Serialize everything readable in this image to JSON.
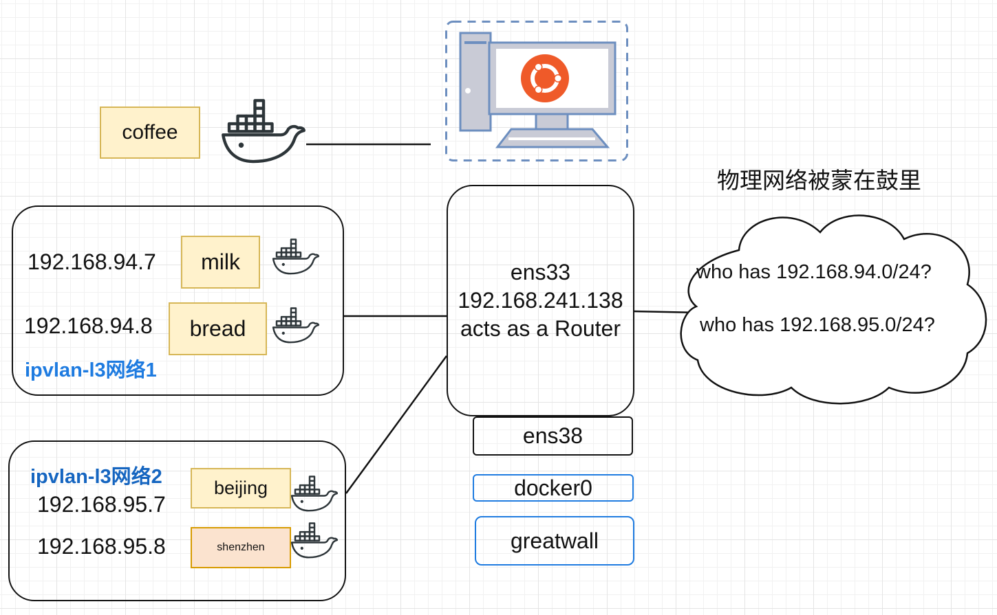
{
  "host": {
    "containers_top": {
      "coffee": "coffee"
    },
    "router_box": {
      "line1": "ens33",
      "line2": "192.168.241.138",
      "line3": "acts as a Router"
    },
    "interfaces": [
      "ens38",
      "docker0",
      "greatwall"
    ]
  },
  "network1": {
    "label": "ipvlan-l3网络1",
    "label_color": "#1e7be0",
    "rows": [
      {
        "ip": "192.168.94.7",
        "container": "milk"
      },
      {
        "ip": "192.168.94.8",
        "container": "bread"
      }
    ]
  },
  "network2": {
    "label": "ipvlan-l3网络2",
    "label_color": "#1565c0",
    "rows": [
      {
        "ip": "192.168.95.7",
        "container": "beijing"
      },
      {
        "ip": "192.168.95.8",
        "container": "shenzhen"
      }
    ]
  },
  "physical": {
    "title": "物理网络被蒙在鼓里",
    "cloud_lines": [
      "who has  192.168.94.0/24?",
      "who has 192.168.95.0/24?"
    ]
  },
  "colors": {
    "container_fill": "#fff2cc",
    "container_border": "#d6b656",
    "shenzhen_fill": "#fbe3cf",
    "shenzhen_border": "#d79b00",
    "ubuntu_orange": "#ef5a29",
    "monitor_blue": "#6c8ebf",
    "pc_fill": "#c9cbd6",
    "docker_dark": "#2d3539"
  },
  "icons": {
    "docker": "docker-whale-icon",
    "computer": "ubuntu-computer-icon"
  }
}
